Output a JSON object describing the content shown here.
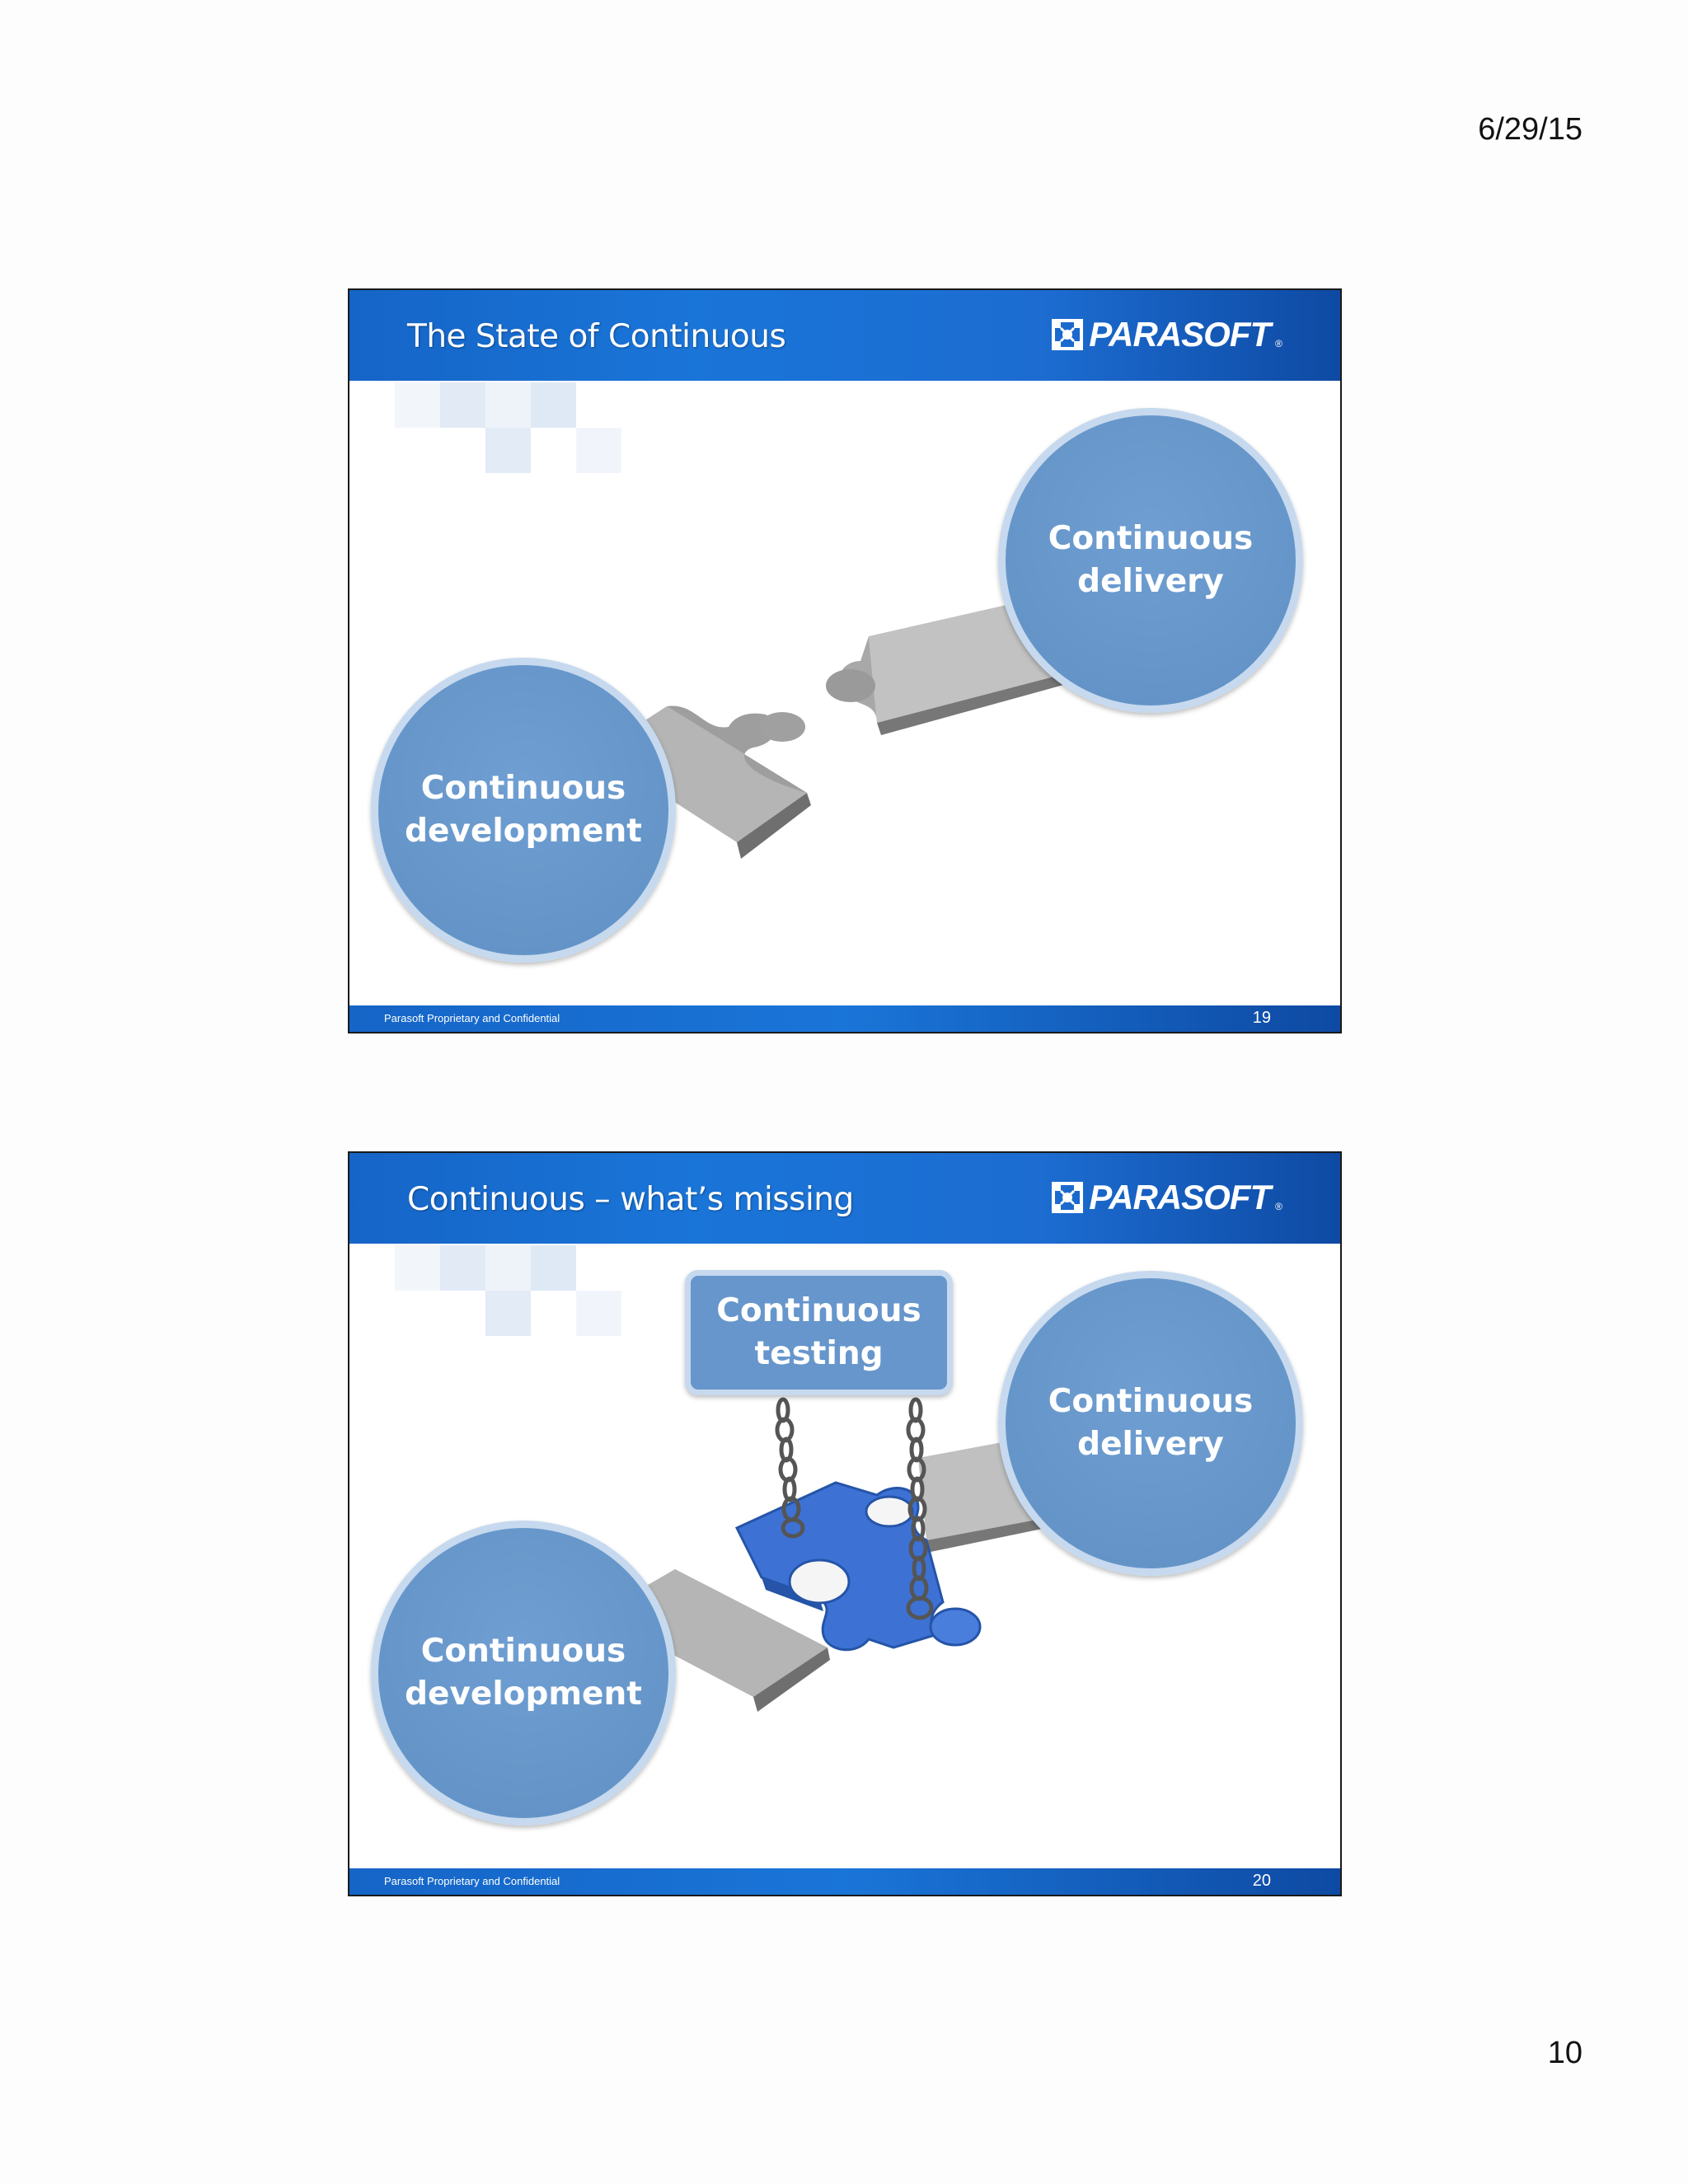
{
  "page": {
    "date": "6/29/15",
    "number": "10"
  },
  "slides": [
    {
      "title": "The State of Continuous",
      "brand": "PARASOFT",
      "brand_mark": "®",
      "circles": {
        "delivery": "Continuous\ndelivery",
        "development": "Continuous\ndevelopment"
      },
      "footer": {
        "text": "Parasoft Proprietary and Confidential",
        "number": "19"
      }
    },
    {
      "title": "Continuous – what’s missing",
      "brand": "PARASOFT",
      "brand_mark": "®",
      "box": "Continuous\ntesting",
      "circles": {
        "delivery": "Continuous\ndelivery",
        "development": "Continuous\ndevelopment"
      },
      "footer": {
        "text": "Parasoft Proprietary and Confidential",
        "number": "20"
      }
    }
  ],
  "colors": {
    "header_blue": "#1a75d8",
    "circle_fill": "#6595c8",
    "circle_ring": "#c6d9ee",
    "puzzle_blue": "#3d72d4",
    "bridge_gray": "#9a9a9a"
  },
  "icons": [
    "parasoft-logo-icon",
    "puzzle-bridge-illustration",
    "chain-icon"
  ]
}
